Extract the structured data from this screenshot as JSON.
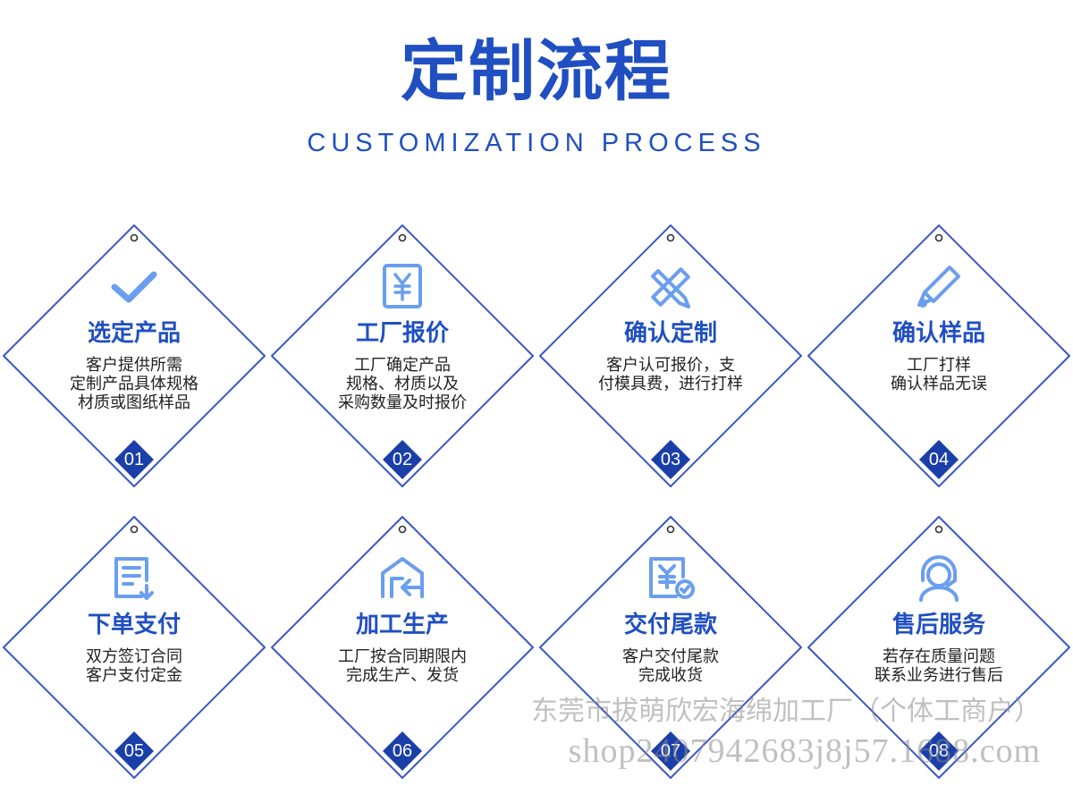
{
  "page": {
    "title": "定制流程",
    "subtitle": "CUSTOMIZATION PROCESS"
  },
  "colors": {
    "primary": "#1f4fc1",
    "icon": "#6a9ef0",
    "frame": "#3a56c8",
    "badge": "#1a3fa8"
  },
  "steps": [
    {
      "number": "01",
      "title": "选定产品",
      "icon": "check-icon",
      "lines": [
        "客户提供所需",
        "定制产品具体规格",
        "材质或图纸样品"
      ]
    },
    {
      "number": "02",
      "title": "工厂报价",
      "icon": "yuan-document-icon",
      "lines": [
        "工厂确定产品",
        "规格、材质以及",
        "采购数量及时报价"
      ]
    },
    {
      "number": "03",
      "title": "确认定制",
      "icon": "pencil-ruler-icon",
      "lines": [
        "客户认可报价，支",
        "付模具费，进行打样"
      ]
    },
    {
      "number": "04",
      "title": "确认样品",
      "icon": "pen-icon",
      "lines": [
        "工厂打样",
        "确认样品无误"
      ]
    },
    {
      "number": "05",
      "title": "下单支付",
      "icon": "order-document-icon",
      "lines": [
        "双方签订合同",
        "客户支付定金"
      ]
    },
    {
      "number": "06",
      "title": "加工生产",
      "icon": "warehouse-icon",
      "lines": [
        "工厂按合同期限内",
        "完成生产、发货"
      ]
    },
    {
      "number": "07",
      "title": "交付尾款",
      "icon": "payment-check-icon",
      "lines": [
        "客户交付尾款",
        "完成收货"
      ]
    },
    {
      "number": "08",
      "title": "售后服务",
      "icon": "customer-service-icon",
      "lines": [
        "若存在质量问题",
        "联系业务进行售后"
      ]
    }
  ],
  "watermark": {
    "line1": "东莞市拔萌欣宏海绵加工厂（个体工商户）",
    "line2": "shop2407942683j8j57.1688.com"
  }
}
